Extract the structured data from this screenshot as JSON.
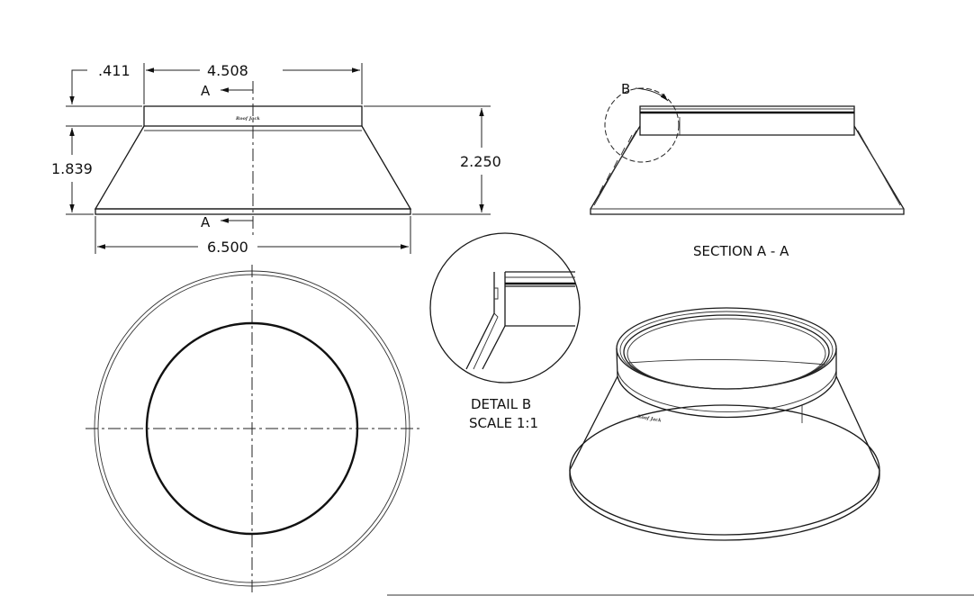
{
  "front_view": {
    "dim_top_offset": ".411",
    "dim_top_width": "4.508",
    "dim_flare_height": "1.839",
    "dim_total_height": "2.250",
    "dim_base_width": "6.500",
    "section_mark_top": "A",
    "section_mark_bottom": "A",
    "brand_mark": "Roof Jack"
  },
  "section_view": {
    "title": "SECTION A - A",
    "detail_callout": "B"
  },
  "detail_view": {
    "title": "DETAIL B",
    "scale": "SCALE 1:1"
  },
  "iso_view": {
    "brand_mark": "Roof Jack"
  },
  "colors": {
    "line": "#1a1a1a",
    "background": "#ffffff"
  }
}
